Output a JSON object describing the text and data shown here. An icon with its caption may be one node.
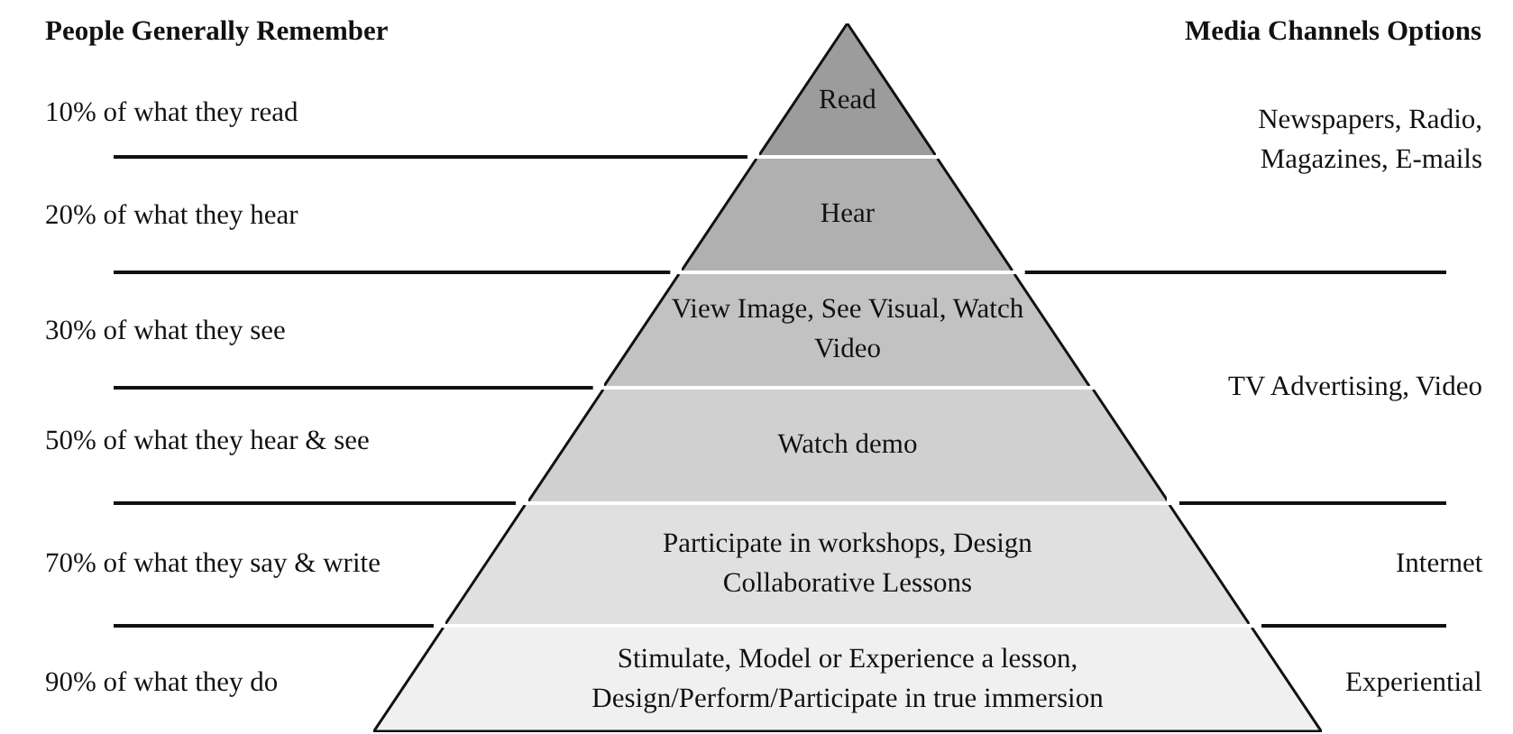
{
  "diagram": {
    "nodes": [
      {
        "text": [
          "Read"
        ]
      },
      {
        "text": [
          "Hear"
        ]
      },
      {
        "text": [
          "View Image, See Visual, Watch Video"
        ]
      },
      {
        "text": [
          "Watch demo"
        ]
      },
      {
        "text": [
          "Participate in workshops, Design Collaborative Lessons"
        ]
      },
      {
        "text": [
          "Stimulate, Model or Experience a lesson, Design/Perform/Participate in true immersion"
        ]
      }
    ],
    "edges": [],
    "labels": [
      "People Generally Remember",
      "Media Channels Options",
      "10% of what they read",
      "Newspapers, Radio, Magazines, E-mails",
      "20% of what they hear",
      "30% of what they see",
      "TV Advertising, Video",
      "50% of what they hear & see",
      "70% of what they say & write",
      "Internet",
      "90% of what they do",
      "Experiential"
    ]
  }
}
